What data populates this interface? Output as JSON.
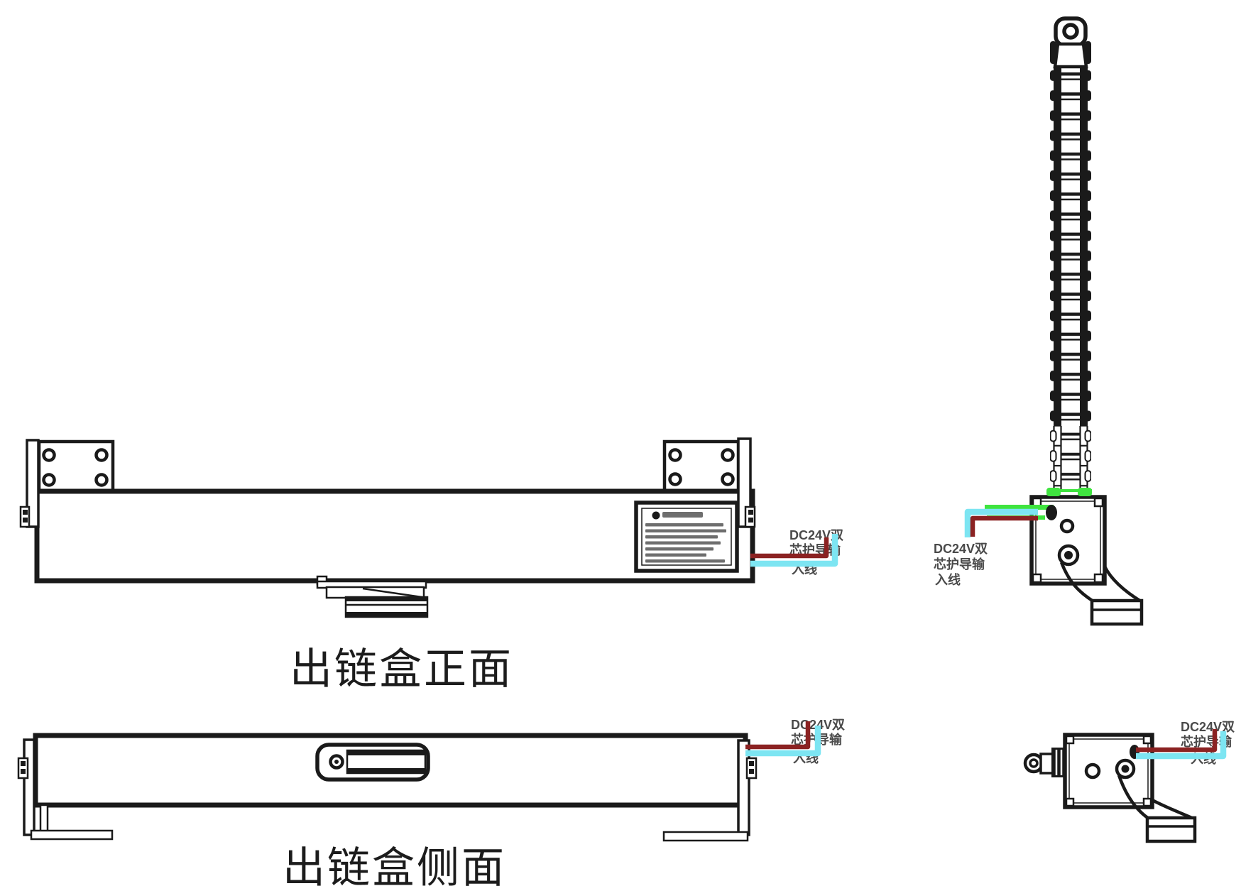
{
  "titles": {
    "front": "出链盒正面",
    "side": "出链盒侧面"
  },
  "wire_label": {
    "line1": "DC24V双",
    "line2": "芯护导输",
    "line3": "入线"
  },
  "colors": {
    "line": "#1a1a1a",
    "wire_red": "#8b2222",
    "wire_cyan": "#7de5f2",
    "highlight_green": "#3fe43f",
    "label_text": "#4a4a4a"
  }
}
